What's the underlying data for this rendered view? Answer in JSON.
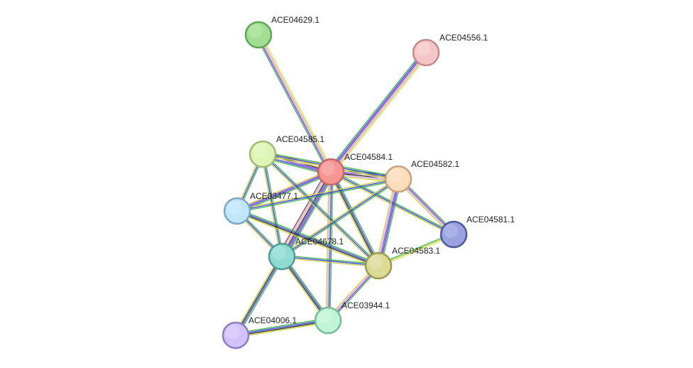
{
  "nodes": [
    {
      "id": "ACE04584.1",
      "label": "ACE04584.1",
      "color": "#f79494",
      "stroke": "#c26767"
    },
    {
      "id": "ACE04629.1",
      "label": "ACE04629.1",
      "color": "#a0e090",
      "stroke": "#62a356"
    },
    {
      "id": "ACE04556.1",
      "label": "ACE04556.1",
      "color": "#f6c6c6",
      "stroke": "#c48a8a"
    },
    {
      "id": "ACE04585.1",
      "label": "ACE04585.1",
      "color": "#dcf5b4",
      "stroke": "#a1ba78"
    },
    {
      "id": "ACE04582.1",
      "label": "ACE04582.1",
      "color": "#fbdcbd",
      "stroke": "#c8a07c"
    },
    {
      "id": "ACE03477.1",
      "label": "ACE03477.1",
      "color": "#c0e6fb",
      "stroke": "#7aa8c4"
    },
    {
      "id": "ACE04581.1",
      "label": "ACE04581.1",
      "color": "#9aa2e0",
      "stroke": "#4e5a9e"
    },
    {
      "id": "ACE04678.1",
      "label": "ACE04678.1",
      "color": "#8fdcd2",
      "stroke": "#4f9c92"
    },
    {
      "id": "ACE04583.1",
      "label": "ACE04583.1",
      "color": "#dcdb96",
      "stroke": "#9b9a50"
    },
    {
      "id": "ACE04006.1",
      "label": "ACE04006.1",
      "color": "#d2c2fa",
      "stroke": "#8f7cc0"
    },
    {
      "id": "ACE03944.1",
      "label": "ACE03944.1",
      "color": "#c0f6d8",
      "stroke": "#78bc98"
    }
  ],
  "edges": [
    {
      "source": "ACE04584.1",
      "target": "ACE04629.1",
      "colors": [
        "#39b54a",
        "#7a2ddb",
        "#d6a0e6",
        "#c9cf3c",
        "#e6e6a0"
      ]
    },
    {
      "source": "ACE04584.1",
      "target": "ACE04556.1",
      "colors": [
        "#39b54a",
        "#3a3ad6",
        "#7a2ddb",
        "#d6a0e6",
        "#c9cf3c",
        "#e6e6a0"
      ]
    },
    {
      "source": "ACE04584.1",
      "target": "ACE04585.1",
      "colors": [
        "#39b54a",
        "#3a3ad6",
        "#7a2ddb",
        "#222222",
        "#d6a0e6",
        "#c9cf3c"
      ]
    },
    {
      "source": "ACE04584.1",
      "target": "ACE04582.1",
      "colors": [
        "#39b54a",
        "#3a3ad6",
        "#7a2ddb",
        "#222222",
        "#d6a0e6",
        "#c9cf3c"
      ]
    },
    {
      "source": "ACE04584.1",
      "target": "ACE03477.1",
      "colors": [
        "#39b54a",
        "#3a3ad6",
        "#7a2ddb",
        "#c9cf3c"
      ]
    },
    {
      "source": "ACE04584.1",
      "target": "ACE04581.1",
      "colors": [
        "#39b54a",
        "#3a3ad6",
        "#c9cf3c"
      ]
    },
    {
      "source": "ACE04584.1",
      "target": "ACE04678.1",
      "colors": [
        "#39b54a",
        "#3a3ad6",
        "#7a2ddb",
        "#222222",
        "#d6a0e6",
        "#c9cf3c",
        "#7a2ddb"
      ]
    },
    {
      "source": "ACE04584.1",
      "target": "ACE04583.1",
      "colors": [
        "#39b54a",
        "#3a3ad6",
        "#222222",
        "#c9cf3c"
      ]
    },
    {
      "source": "ACE04584.1",
      "target": "ACE03944.1",
      "colors": [
        "#39b54a",
        "#3a3ad6",
        "#d6a0e6",
        "#c9cf3c"
      ]
    },
    {
      "source": "ACE04585.1",
      "target": "ACE04582.1",
      "colors": [
        "#39b54a",
        "#3a3ad6",
        "#c9cf3c",
        "#e6e6a0"
      ]
    },
    {
      "source": "ACE04585.1",
      "target": "ACE03477.1",
      "colors": [
        "#39b54a",
        "#3a3ad6",
        "#c9cf3c"
      ]
    },
    {
      "source": "ACE04585.1",
      "target": "ACE04678.1",
      "colors": [
        "#39b54a",
        "#3a3ad6",
        "#c9cf3c"
      ]
    },
    {
      "source": "ACE04585.1",
      "target": "ACE04583.1",
      "colors": [
        "#39b54a",
        "#3a3ad6",
        "#c9cf3c"
      ]
    },
    {
      "source": "ACE04582.1",
      "target": "ACE03477.1",
      "colors": [
        "#39b54a",
        "#3a3ad6",
        "#c9cf3c"
      ]
    },
    {
      "source": "ACE04582.1",
      "target": "ACE04581.1",
      "colors": [
        "#39b54a",
        "#7a2ddb",
        "#d6a0e6",
        "#c9cf3c"
      ]
    },
    {
      "source": "ACE04582.1",
      "target": "ACE04678.1",
      "colors": [
        "#39b54a",
        "#3a3ad6",
        "#c9cf3c"
      ]
    },
    {
      "source": "ACE04582.1",
      "target": "ACE04583.1",
      "colors": [
        "#39b54a",
        "#3a3ad6",
        "#7a2ddb",
        "#d6a0e6",
        "#c9cf3c"
      ]
    },
    {
      "source": "ACE03477.1",
      "target": "ACE04678.1",
      "colors": [
        "#39b54a",
        "#3a3ad6",
        "#c9cf3c"
      ]
    },
    {
      "source": "ACE03477.1",
      "target": "ACE04583.1",
      "colors": [
        "#39b54a",
        "#3a3ad6",
        "#222222",
        "#c9cf3c"
      ]
    },
    {
      "source": "ACE04678.1",
      "target": "ACE04583.1",
      "colors": [
        "#39b54a",
        "#3a3ad6",
        "#c9cf3c"
      ]
    },
    {
      "source": "ACE04678.1",
      "target": "ACE04006.1",
      "colors": [
        "#39b54a",
        "#3a3ad6",
        "#222222",
        "#c9cf3c"
      ]
    },
    {
      "source": "ACE04678.1",
      "target": "ACE03944.1",
      "colors": [
        "#39b54a",
        "#3a3ad6",
        "#222222",
        "#c9cf3c"
      ]
    },
    {
      "source": "ACE04583.1",
      "target": "ACE03944.1",
      "colors": [
        "#39b54a",
        "#7a2ddb",
        "#d6a0e6",
        "#c9cf3c"
      ]
    },
    {
      "source": "ACE04583.1",
      "target": "ACE04581.1",
      "colors": [
        "#39b54a",
        "#c9cf3c",
        "#e6e6a0"
      ]
    },
    {
      "source": "ACE04006.1",
      "target": "ACE03944.1",
      "colors": [
        "#39b54a",
        "#3a3ad6",
        "#222222",
        "#c9cf3c"
      ]
    }
  ]
}
